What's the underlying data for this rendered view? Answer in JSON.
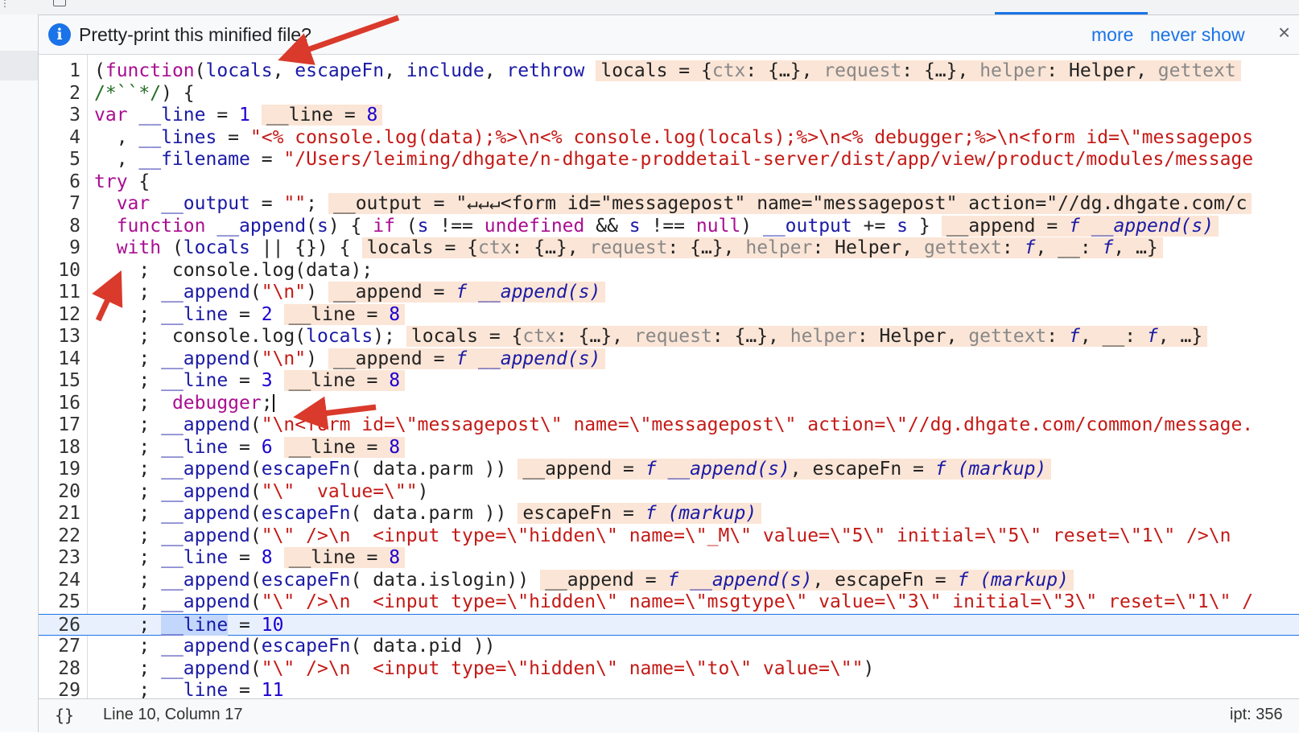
{
  "infobar": {
    "message": "Pretty-print this minified file?",
    "more_label": "more",
    "never_label": "never show",
    "close_label": "×",
    "info_glyph": "i"
  },
  "statusbar": {
    "format_label": "{}",
    "position": "Line 10, Column 17",
    "selection": "ipt: 356"
  },
  "editor": {
    "current_line": 26,
    "lines": [
      {
        "n": "1"
      },
      {
        "n": "2"
      },
      {
        "n": "3"
      },
      {
        "n": "4"
      },
      {
        "n": "5"
      },
      {
        "n": "6"
      },
      {
        "n": "7"
      },
      {
        "n": "8"
      },
      {
        "n": "9"
      },
      {
        "n": "10"
      },
      {
        "n": "11"
      },
      {
        "n": "12"
      },
      {
        "n": "13"
      },
      {
        "n": "14"
      },
      {
        "n": "15"
      },
      {
        "n": "16"
      },
      {
        "n": "17"
      },
      {
        "n": "18"
      },
      {
        "n": "19"
      },
      {
        "n": "20"
      },
      {
        "n": "21"
      },
      {
        "n": "22"
      },
      {
        "n": "23"
      },
      {
        "n": "24"
      },
      {
        "n": "25"
      },
      {
        "n": "26"
      },
      {
        "n": "27"
      },
      {
        "n": "28"
      },
      {
        "n": "29"
      }
    ],
    "code": {
      "l1": "(function(locals, escapeFn, include, rethrow",
      "l1_inline": "locals = {ctx: {…}, request: {…}, helper: Helper, gettext",
      "l2": "/*``*/) {",
      "l3": "var __line = 1",
      "l3_inline": "__line = 8",
      "l4": "  , __lines = \"<% console.log(data);%>\\n<% console.log(locals);%>\\n<% debugger;%>\\n<form id=\\\"messagepos",
      "l5": "  , __filename = \"/Users/leiming/dhgate/n-dhgate-proddetail-server/dist/app/view/product/modules/message",
      "l6": "try {",
      "l7": "  var __output = \"\";",
      "l7_inline": "__output = \"↵↵↵<form id=\"messagepost\" name=\"messagepost\" action=\"//dg.dhgate.com/c",
      "l8": "  function __append(s) { if (s !== undefined && s !== null) __output += s }",
      "l8_inline": "__append = f __append(s)",
      "l9": "  with (locals || {}) {",
      "l9_inline": "locals = {ctx: {…}, request: {…}, helper: Helper, gettext: f, __: f, …}",
      "l10": "    ;  console.log(data);",
      "l11": "    ; __append(\"\\n\")",
      "l11_inline": "__append = f __append(s)",
      "l12": "    ; __line = 2",
      "l12_inline": "__line = 8",
      "l13": "    ;  console.log(locals);",
      "l13_inline": "locals = {ctx: {…}, request: {…}, helper: Helper, gettext: f, __: f, …}",
      "l14": "    ; __append(\"\\n\")",
      "l14_inline": "__append = f __append(s)",
      "l15": "    ; __line = 3",
      "l15_inline": "__line = 8",
      "l16": "    ;  debugger;",
      "l17": "    ; __append(\"\\n<form id=\\\"messagepost\\\" name=\\\"messagepost\\\" action=\\\"//dg.dhgate.com/common/message.",
      "l18": "    ; __line = 6",
      "l18_inline": "__line = 8",
      "l19": "    ; __append(escapeFn( data.parm ))",
      "l19_inline": "__append = f __append(s), escapeFn = f (markup)",
      "l20": "    ; __append(\"\\\"  value=\\\"\")",
      "l21": "    ; __append(escapeFn( data.parm ))",
      "l21_inline": "escapeFn = f (markup)",
      "l22": "    ; __append(\"\\\" />\\n  <input type=\\\"hidden\\\" name=\\\"_M\\\" value=\\\"5\\\" initial=\\\"5\\\" reset=\\\"1\\\" />\\n",
      "l23": "    ; __line = 8",
      "l23_inline": "__line = 8",
      "l24": "    ; __append(escapeFn( data.islogin))",
      "l24_inline": "__append = f __append(s), escapeFn = f (markup)",
      "l25": "    ; __append(\"\\\" />\\n  <input type=\\\"hidden\\\" name=\\\"msgtype\\\" value=\\\"3\\\" initial=\\\"3\\\" reset=\\\"1\\\" /",
      "l26": "    ; __line = 10",
      "l27": "    ; __append(escapeFn( data.pid ))",
      "l28": "    ; __append(\"\\\" />\\n  <input type=\\\"hidden\\\" name=\\\"to\\\" value=\\\"\")",
      "l29": "    ; __line = 11"
    }
  },
  "colors": {
    "accent": "#1a73e8",
    "annotation_arrow": "#d93a2b",
    "inline_value_bg": "#fbe5d6",
    "current_line_bg": "#e8f0fe"
  }
}
